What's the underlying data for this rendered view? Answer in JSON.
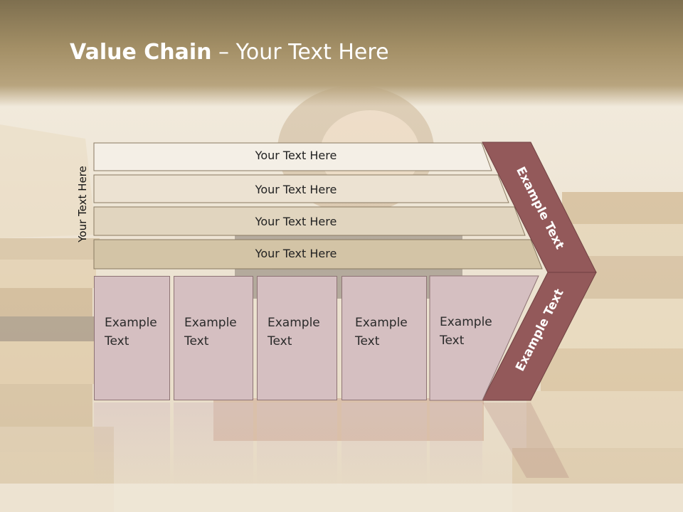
{
  "title": {
    "bold": "Value Chain",
    "rest": " – Your Text Here"
  },
  "side_label": "Your Text Here",
  "bars": [
    {
      "label": "Your Text Here"
    },
    {
      "label": "Your Text Here"
    },
    {
      "label": "Your Text Here"
    },
    {
      "label": "Your Text Here"
    }
  ],
  "boxes": [
    {
      "line1": "Example",
      "line2": "Text"
    },
    {
      "line1": "Example",
      "line2": "Text"
    },
    {
      "line1": "Example",
      "line2": "Text"
    },
    {
      "line1": "Example",
      "line2": "Text"
    },
    {
      "line1": "Example",
      "line2": "Text"
    }
  ],
  "chevron": {
    "upper": "Example Text",
    "lower": "Example Text"
  },
  "colors": {
    "bar_fill_1": "#f4efe6",
    "bar_fill_2": "#ece2d2",
    "bar_fill_3": "#e1d5bf",
    "bar_fill_4": "#d3c4a6",
    "box_fill": "#d5bfc1",
    "chevron": "#93595a"
  }
}
